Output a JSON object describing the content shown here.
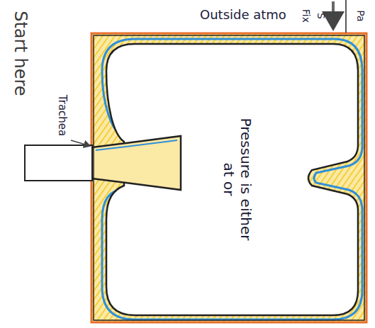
{
  "diagram": {
    "labels": [
      "Start here",
      "Trachea",
      "Outside atmo",
      "Fix",
      "S",
      "Pa",
      "Pressure is either at or"
    ]
  }
}
